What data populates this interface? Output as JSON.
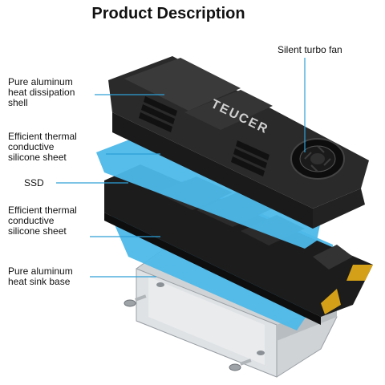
{
  "heading": "Product Description",
  "brand": "TEUCER",
  "labels": {
    "fan": "Silent turbo fan",
    "shell": "Pure aluminum\nheat dissipation\nshell",
    "pad_top": "Efficient thermal\nconductive\nsilicone sheet",
    "ssd": "SSD",
    "pad_bottom": "Efficient thermal\nconductive\nsilicone sheet",
    "base": "Pure aluminum\nheat sink base"
  },
  "colors": {
    "pad": "#4db8e8",
    "heatsink": "#2a2a2a",
    "base": "#cfd3d6",
    "pcb": "#1c1c1c",
    "leader": "#2d9fd8",
    "gold": "#d4a017"
  }
}
